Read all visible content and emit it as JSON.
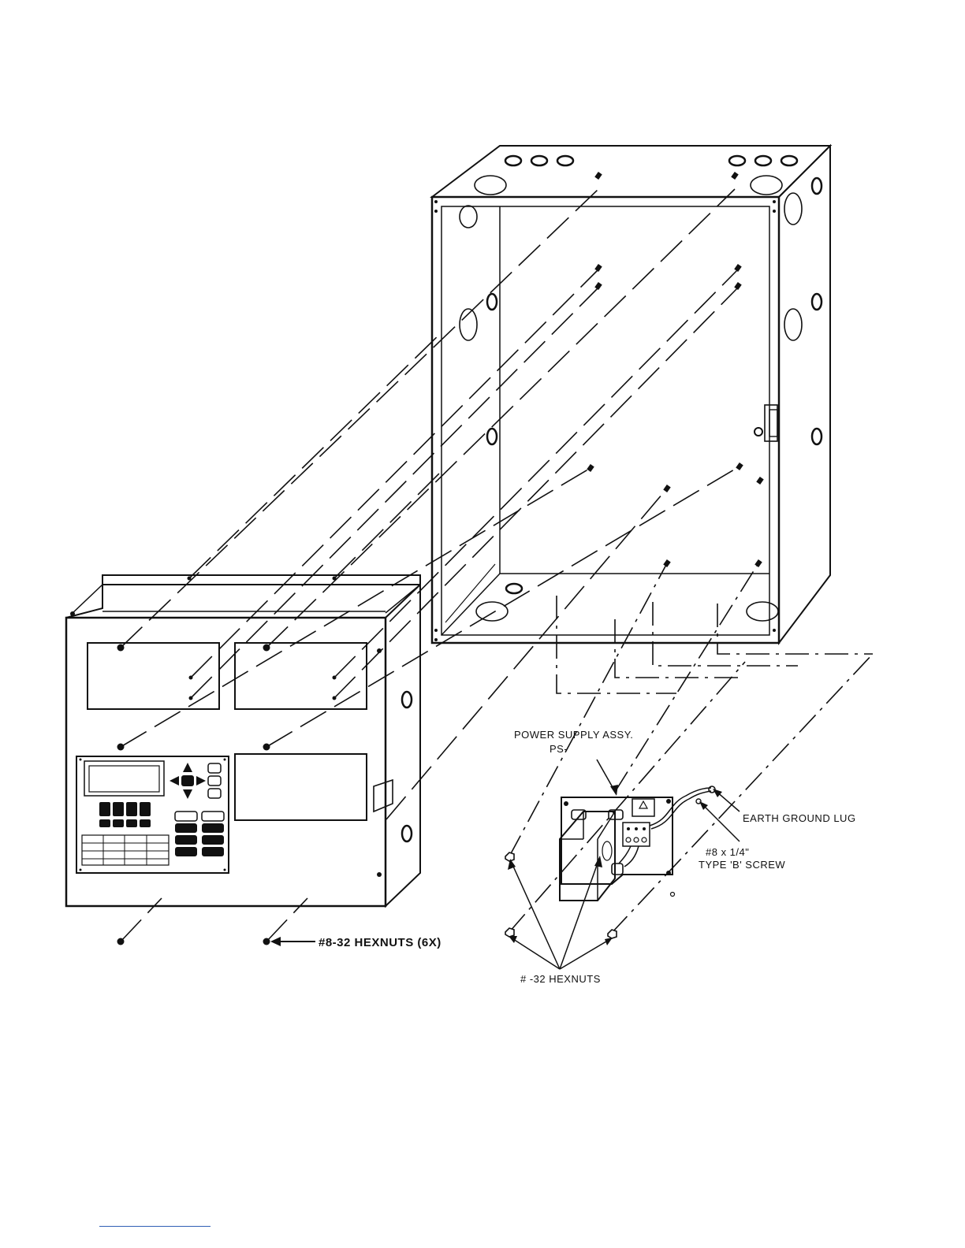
{
  "labels": {
    "power_supply_line1": "POWER SUPPLY ASSY.",
    "power_supply_line2": "PS-",
    "earth_ground_lug": "EARTH GROUND LUG",
    "screw_line1": "#8 x 1/4\"",
    "screw_line2": "TYPE 'B' SCREW",
    "hexnuts_6x": "#8-32 HEXNUTS (6X)",
    "hexnuts_ps": "#  -32 HEXNUTS"
  }
}
